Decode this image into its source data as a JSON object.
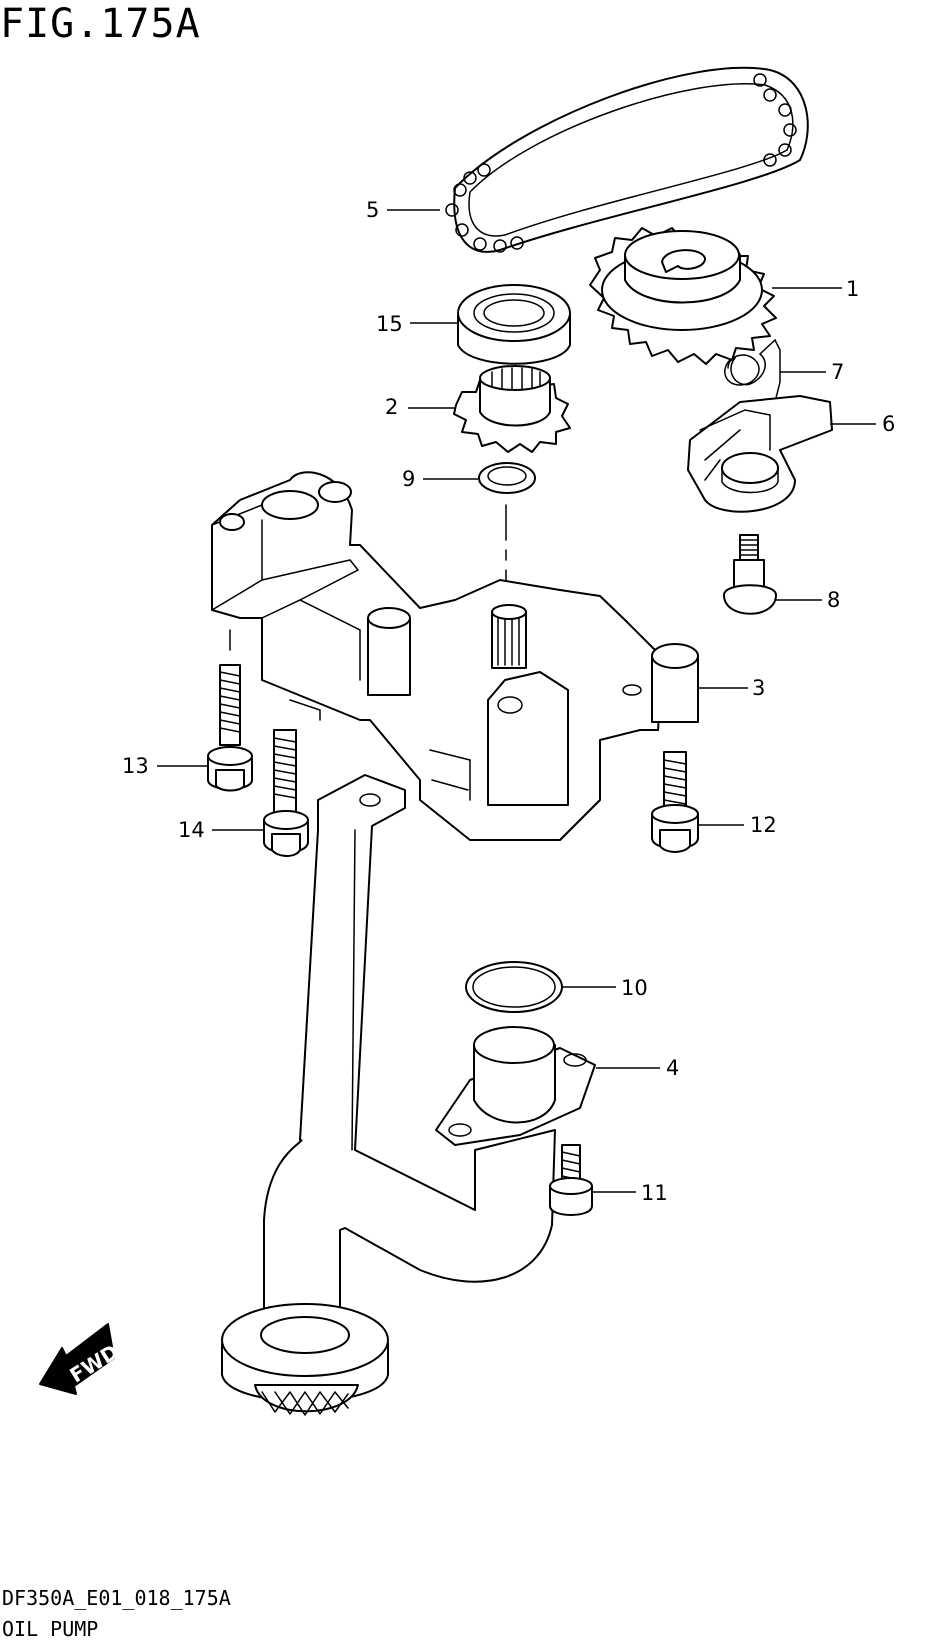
{
  "figure": {
    "title": "FIG.175A",
    "code": "DF350A_E01_018_175A",
    "name": "OIL PUMP",
    "direction_label": "FWD"
  },
  "callouts": [
    {
      "id": "callout-1",
      "label": "1"
    },
    {
      "id": "callout-2",
      "label": "2"
    },
    {
      "id": "callout-3",
      "label": "3"
    },
    {
      "id": "callout-4",
      "label": "4"
    },
    {
      "id": "callout-5",
      "label": "5"
    },
    {
      "id": "callout-6",
      "label": "6"
    },
    {
      "id": "callout-7",
      "label": "7"
    },
    {
      "id": "callout-8",
      "label": "8"
    },
    {
      "id": "callout-9",
      "label": "9"
    },
    {
      "id": "callout-10",
      "label": "10"
    },
    {
      "id": "callout-11",
      "label": "11"
    },
    {
      "id": "callout-12",
      "label": "12"
    },
    {
      "id": "callout-13",
      "label": "13"
    },
    {
      "id": "callout-14",
      "label": "14"
    },
    {
      "id": "callout-15",
      "label": "15"
    }
  ]
}
